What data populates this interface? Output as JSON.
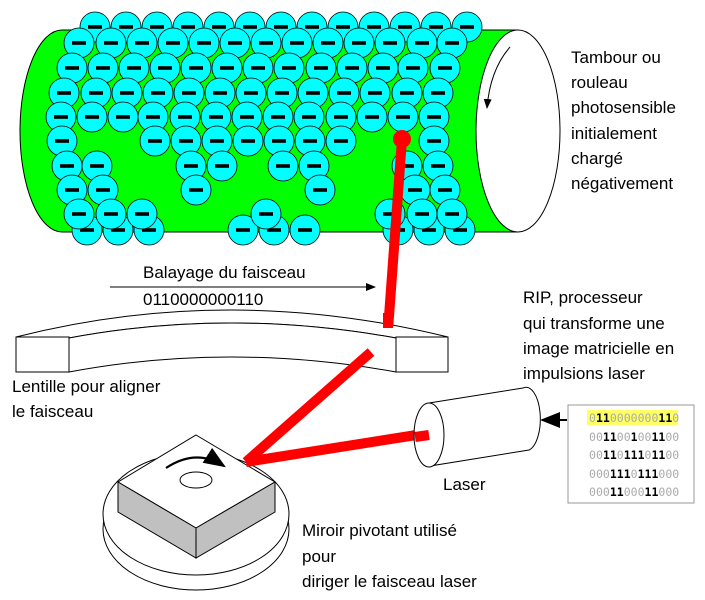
{
  "drum": {
    "label_lines": [
      "Tambour ou",
      "rouleau",
      "photosensible",
      "initialement",
      "chargé",
      "négativement"
    ],
    "charge_symbol": "−"
  },
  "scan": {
    "label": "Balayage du faisceau",
    "bits": "0110000000110"
  },
  "lens": {
    "label_lines": [
      "Lentille pour aligner",
      "le faisceau"
    ]
  },
  "rip": {
    "label_lines": [
      "RIP, processeur",
      "qui transforme une",
      "image matricielle en",
      "impulsions laser"
    ],
    "bitmap_rows": [
      "0110000000110",
      "0011001001100",
      "0011011101100",
      "0001110111000",
      "0001100011000"
    ]
  },
  "laser": {
    "label": "Laser"
  },
  "mirror": {
    "label_lines": [
      "Miroir pivotant utilisé",
      "pour",
      "diriger le faisceau laser"
    ]
  },
  "colors": {
    "drum": "#00ff00",
    "charge": "#00ffff",
    "beam": "#ff0000",
    "highlight": "#ffff66",
    "mirror_side": "#c0c0c0"
  }
}
